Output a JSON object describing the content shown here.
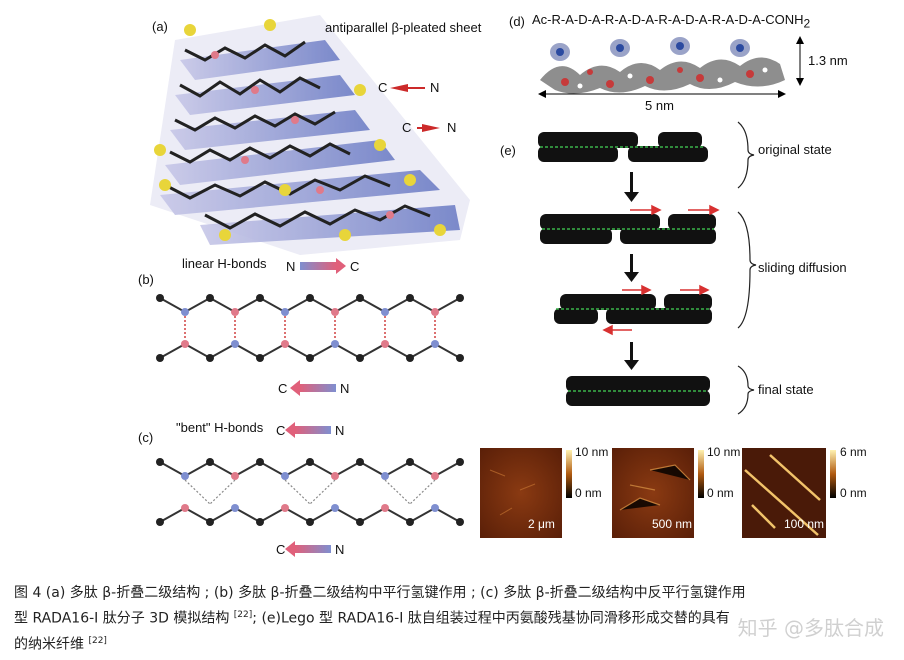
{
  "panel_a": {
    "label": "(a)",
    "title": "antiparallel β-pleated sheet",
    "arrow1": [
      "C",
      "N"
    ],
    "arrow2": [
      "C",
      "N"
    ]
  },
  "panel_b": {
    "label": "(b)",
    "title": "linear H-bonds",
    "arrow_top": [
      "N",
      "C"
    ],
    "arrow_bottom": [
      "C",
      "N"
    ]
  },
  "panel_c": {
    "label": "(c)",
    "title": "\"bent\" H-bonds",
    "arrow_top": [
      "C",
      "N"
    ],
    "arrow_bottom": [
      "C",
      "N"
    ]
  },
  "panel_d": {
    "label": "(d)",
    "sequence": "Ac-R-A-D-A-R-A-D-A-R-A-D-A-R-A-D-A-CONH",
    "sequence_sub": "2",
    "height": "1.3 nm",
    "length": "5 nm"
  },
  "panel_e": {
    "label": "(e)",
    "states": [
      "original state",
      "sliding diffusion",
      "final state"
    ]
  },
  "afm": [
    {
      "top": "10 nm",
      "bottom": "0 nm",
      "scale": "2 μm"
    },
    {
      "top": "10 nm",
      "bottom": "0 nm",
      "scale": "500 nm"
    },
    {
      "top": "6 nm",
      "bottom": "0 nm",
      "scale": "100 nm"
    }
  ],
  "caption": {
    "line1": "图 4  (a) 多肽 β-折叠二级结构  ; (b)  多肽  β-折叠二级结构中平行氢键作用     ; (c)  多肽  β-折叠二级结构中反平行氢键作用",
    "line2a": "型 RADA16-I   肽分子   3D 模拟结构 ",
    "ref1": "[22]",
    "line2b": "; (e)Lego 型 RADA16-I   肽自组装过程中丙氨酸残基协同滑移形成交替的具有",
    "line3a": "的纳米纤维 ",
    "ref2": "[22]"
  },
  "watermark": "知乎 @多肽合成"
}
